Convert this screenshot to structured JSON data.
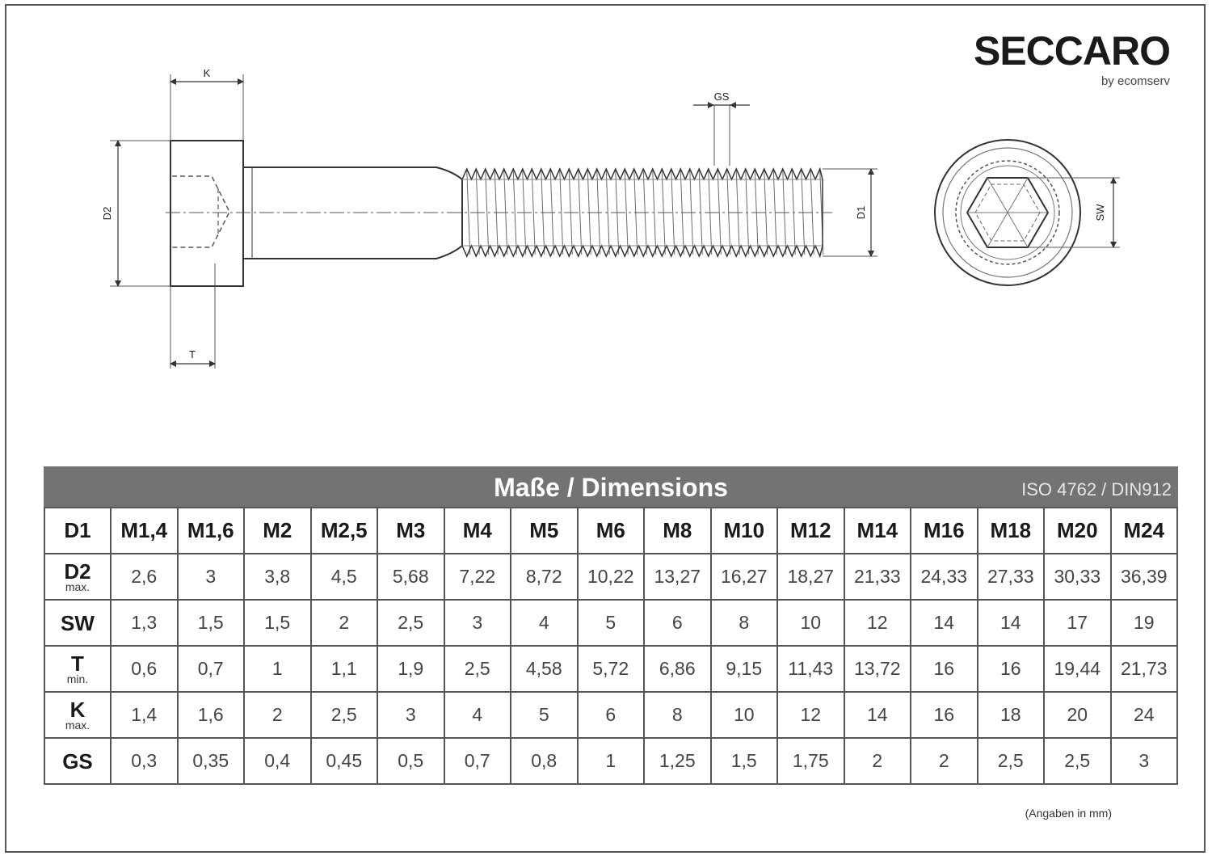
{
  "logo": {
    "brand": "SECCARO",
    "tagline": "by ecomserv"
  },
  "drawing_labels": {
    "k": "K",
    "t": "T",
    "d2": "D2",
    "gs": "GS",
    "d1": "D1",
    "sw": "SW"
  },
  "table": {
    "title": "Maße / Dimensions",
    "standard": "ISO 4762 / DIN912",
    "header_label": "D1",
    "sizes": [
      "M1,4",
      "M1,6",
      "M2",
      "M2,5",
      "M3",
      "M4",
      "M5",
      "M6",
      "M8",
      "M10",
      "M12",
      "M14",
      "M16",
      "M18",
      "M20",
      "M24"
    ],
    "rows": [
      {
        "label": "D2",
        "sub": "max.",
        "values": [
          "2,6",
          "3",
          "3,8",
          "4,5",
          "5,68",
          "7,22",
          "8,72",
          "10,22",
          "13,27",
          "16,27",
          "18,27",
          "21,33",
          "24,33",
          "27,33",
          "30,33",
          "36,39"
        ]
      },
      {
        "label": "SW",
        "sub": "",
        "values": [
          "1,3",
          "1,5",
          "1,5",
          "2",
          "2,5",
          "3",
          "4",
          "5",
          "6",
          "8",
          "10",
          "12",
          "14",
          "14",
          "17",
          "19"
        ]
      },
      {
        "label": "T",
        "sub": "min.",
        "values": [
          "0,6",
          "0,7",
          "1",
          "1,1",
          "1,9",
          "2,5",
          "4,58",
          "5,72",
          "6,86",
          "9,15",
          "11,43",
          "13,72",
          "16",
          "16",
          "19,44",
          "21,73"
        ]
      },
      {
        "label": "K",
        "sub": "max.",
        "values": [
          "1,4",
          "1,6",
          "2",
          "2,5",
          "3",
          "4",
          "5",
          "6",
          "8",
          "10",
          "12",
          "14",
          "16",
          "18",
          "20",
          "24"
        ]
      },
      {
        "label": "GS",
        "sub": "",
        "values": [
          "0,3",
          "0,35",
          "0,4",
          "0,45",
          "0,5",
          "0,7",
          "0,8",
          "1",
          "1,25",
          "1,5",
          "1,75",
          "2",
          "2",
          "2,5",
          "2,5",
          "3"
        ]
      }
    ]
  },
  "note": "(Angaben in mm)"
}
